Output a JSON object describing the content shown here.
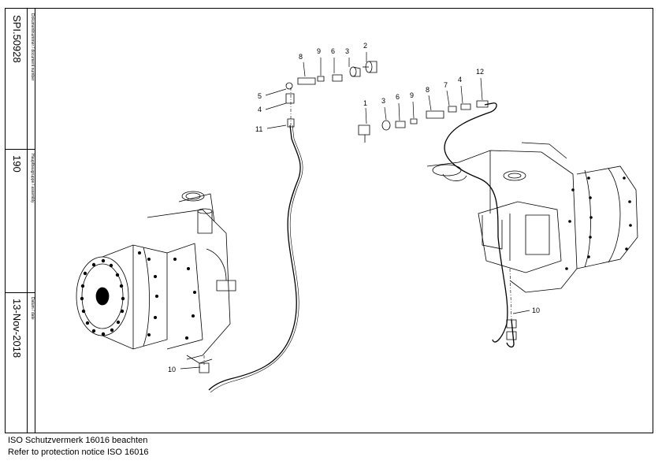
{
  "titleblock": {
    "doc_number_label": "Dokumentnummer / document number",
    "doc_number": "SPI.50928",
    "assembly_label": "Hauptbaugruppe / assembly",
    "assembly": "190",
    "date_label": "Datum / date",
    "date": "13-Nov-2018"
  },
  "callouts": {
    "c1": "1",
    "c2": "2",
    "c3a": "3",
    "c3b": "3",
    "c4a": "4",
    "c4b": "4",
    "c5": "5",
    "c6a": "6",
    "c6b": "6",
    "c7": "7",
    "c8a": "8",
    "c8b": "8",
    "c9a": "9",
    "c9b": "9",
    "c10a": "10",
    "c10b": "10",
    "c11": "11",
    "c12": "12"
  },
  "notice": {
    "line1": "ISO Schutzvermerk 16016 beachten",
    "line2": "Refer to protection notice ISO 16016"
  }
}
